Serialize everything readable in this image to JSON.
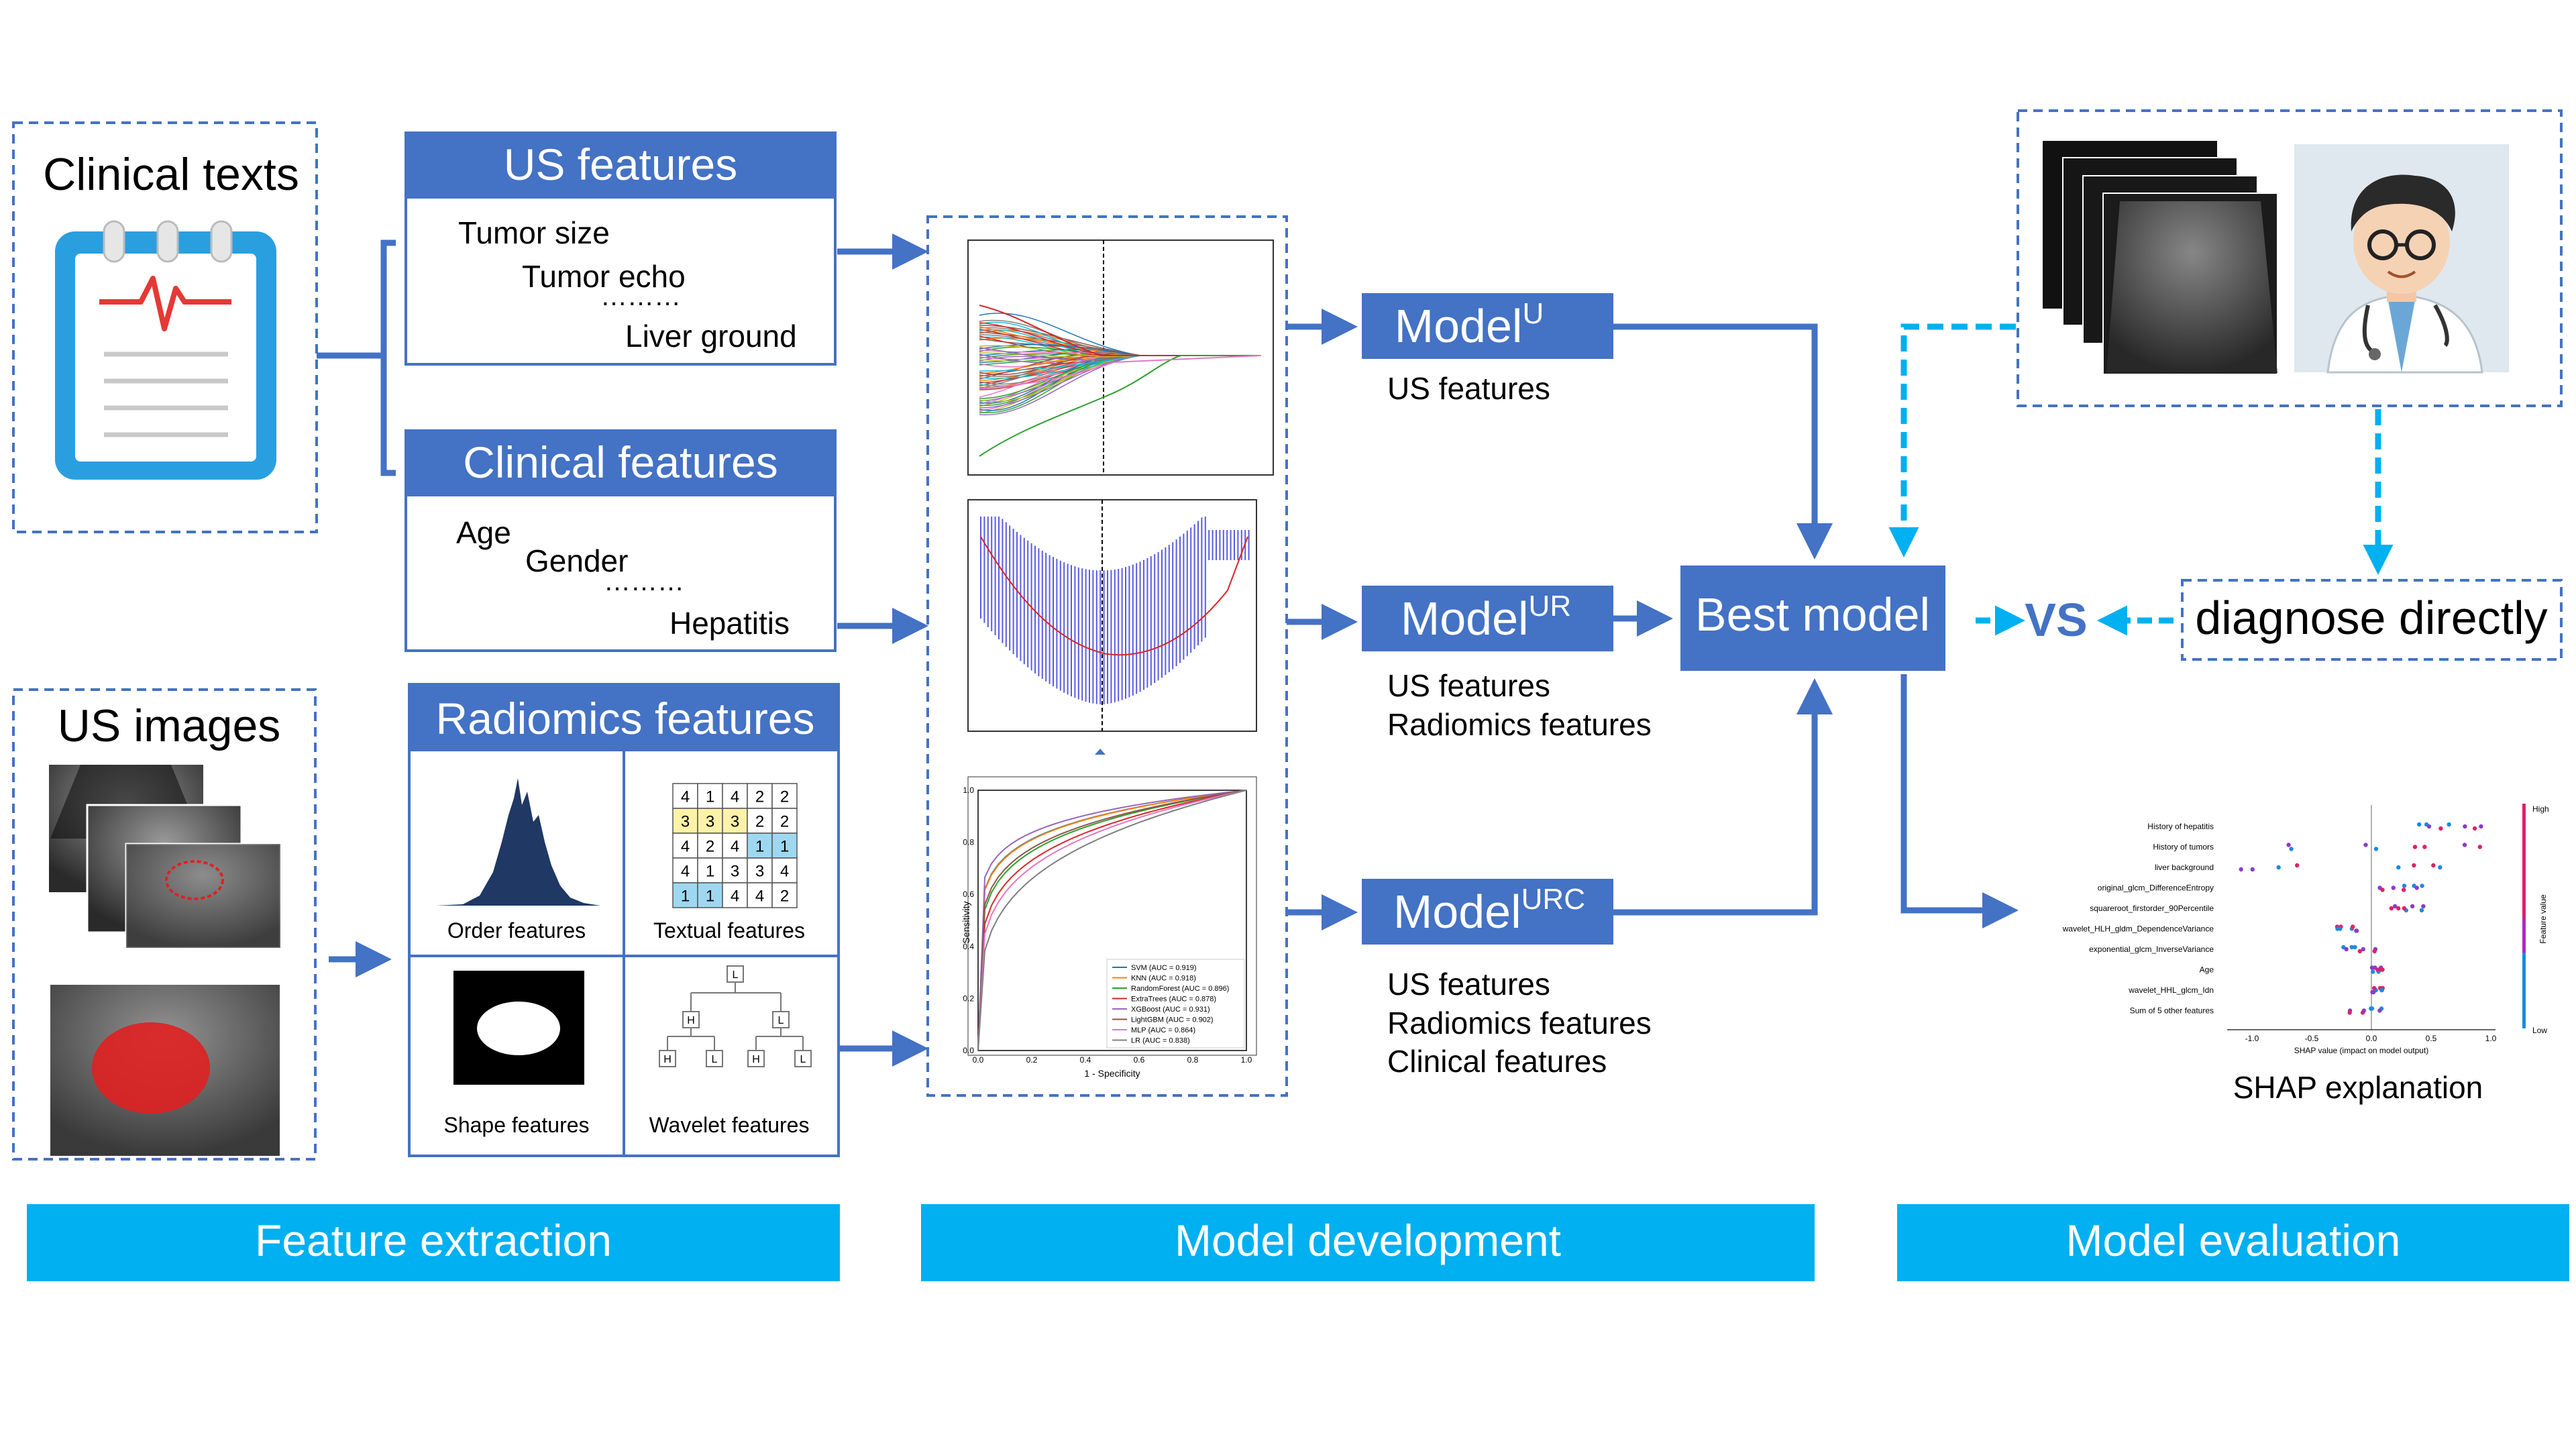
{
  "palette": {
    "blue": "#4472C4",
    "cyan": "#00B0F0",
    "chart_blue": "#5B5BE0"
  },
  "feature_extraction": {
    "clinical_texts": {
      "title": "Clinical texts",
      "icon": "medical-record-icon"
    },
    "us_features": {
      "title": "US features",
      "items": [
        "Tumor size",
        "Tumor echo",
        "………",
        "Liver ground"
      ]
    },
    "clinical_features": {
      "title": "Clinical features",
      "items": [
        "Age",
        "Gender",
        "………",
        "Hepatitis"
      ]
    },
    "us_images": {
      "title": "US images"
    },
    "radiomics": {
      "title": "Radiomics features",
      "cells": [
        "Order features",
        "Textual features",
        "Shape features",
        "Wavelet features"
      ],
      "matrix": [
        [
          "4",
          "1",
          "4",
          "2",
          "2"
        ],
        [
          "3",
          "3",
          "3",
          "2",
          "2"
        ],
        [
          "4",
          "2",
          "4",
          "1",
          "1"
        ],
        [
          "4",
          "1",
          "3",
          "3",
          "4"
        ],
        [
          "1",
          "1",
          "4",
          "4",
          "2"
        ]
      ],
      "tree": {
        "root": "L",
        "mid": [
          "H",
          "L"
        ],
        "leaves": [
          "H",
          "L",
          "H",
          "L"
        ]
      }
    }
  },
  "models": [
    {
      "name": "Model",
      "sup": "U",
      "features": [
        "US features"
      ]
    },
    {
      "name": "Model",
      "sup": "UR",
      "features": [
        "US features",
        "Radiomics features"
      ]
    },
    {
      "name": "Model",
      "sup": "URC",
      "features": [
        "US features",
        "Radiomics features",
        "Clinical features"
      ]
    }
  ],
  "best_model": "Best model",
  "vs": "VS",
  "diagnose_directly": "diagnose directly",
  "shap_label": "SHAP explanation",
  "shap": {
    "features": [
      "History of hepatitis",
      "History of tumors",
      "liver background",
      "original_glcm_DifferenceEntropy",
      "squareroot_firstorder_90Percentile",
      "wavelet_HLH_gldm_DependenceVariance",
      "exponential_glcm_InverseVariance",
      "Age",
      "wavelet_HHL_glcm_Idn",
      "Sum of 5 other features"
    ],
    "ticks": [
      "-1.0",
      "-0.5",
      "0.0",
      "0.5",
      "1.0"
    ],
    "xlabel": "SHAP value (impact on model output)",
    "color_label": "Feature value",
    "high": "High",
    "low": "Low"
  },
  "roc": {
    "xlabel": "1 - Specificity",
    "ylabel": "Sensitivity",
    "ticks": [
      "0.0",
      "0.2",
      "0.4",
      "0.6",
      "0.8",
      "1.0"
    ],
    "legend": [
      {
        "name": "SVM (AUC = 0.919)",
        "color": "#1f77b4"
      },
      {
        "name": "KNN (AUC = 0.918)",
        "color": "#ff7f0e"
      },
      {
        "name": "RandomForest (AUC = 0.896)",
        "color": "#2ca02c"
      },
      {
        "name": "ExtraTrees (AUC = 0.878)",
        "color": "#d62728"
      },
      {
        "name": "XGBoost (AUC = 0.931)",
        "color": "#9467bd"
      },
      {
        "name": "LightGBM (AUC = 0.902)",
        "color": "#8c564b"
      },
      {
        "name": "MLP (AUC = 0.864)",
        "color": "#e377c2"
      },
      {
        "name": "LR (AUC = 0.838)",
        "color": "#7f7f7f"
      }
    ]
  },
  "stages": [
    "Feature extraction",
    "Model development",
    "Model evaluation"
  ]
}
